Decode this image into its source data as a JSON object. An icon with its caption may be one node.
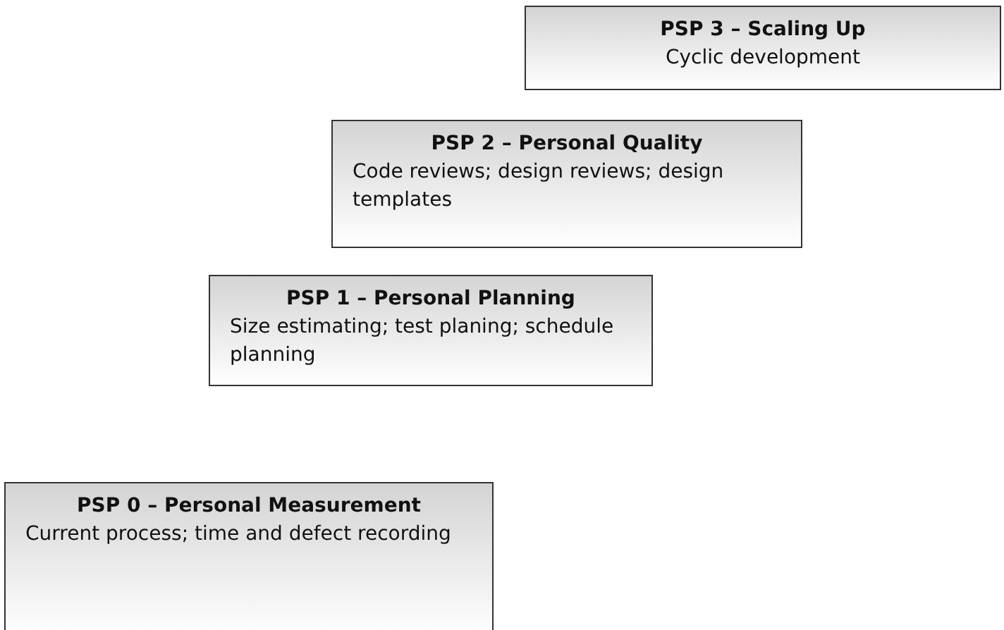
{
  "diagram": {
    "nodes": [
      {
        "text": [
          "PSP 3 – Scaling Up",
          "Cyclic development"
        ]
      },
      {
        "text": [
          "PSP 2 – Personal Quality",
          "Code reviews; design reviews; design templates"
        ]
      },
      {
        "text": [
          "PSP 1 – Personal Planning",
          "Size estimating; test planing; schedule planning"
        ]
      },
      {
        "text": [
          "PSP 0 – Personal Measurement",
          "Current process; time and defect recording"
        ]
      }
    ]
  }
}
